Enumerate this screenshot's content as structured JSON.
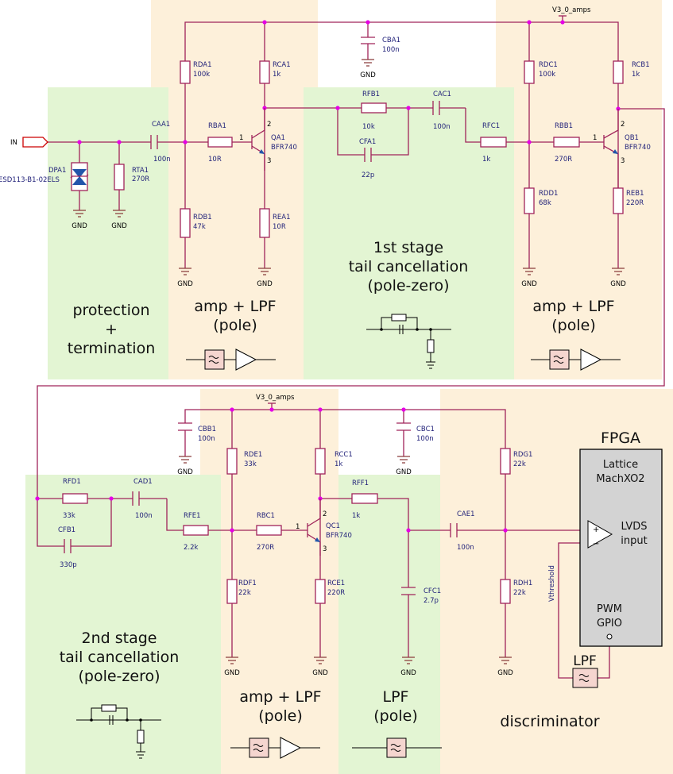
{
  "regions": {
    "protection_termination": "protection\n+\ntermination",
    "amp_lpf_1": "amp + LPF\n(pole)",
    "tail_cancel_1": "1st stage\ntail cancellation\n(pole-zero)",
    "amp_lpf_2": "amp + LPF\n(pole)",
    "tail_cancel_2": "2nd stage\ntail cancellation\n(pole-zero)",
    "amp_lpf_3": "amp + LPF\n(pole)",
    "lpf": "LPF\n(pole)",
    "discriminator": "discriminator"
  },
  "nets": {
    "supply_top": "V3_0_amps",
    "supply_bottom": "V3_0_amps",
    "gnd": "GND",
    "input": "IN",
    "vthreshold": "Vthreshold"
  },
  "fpga": {
    "title": "FPGA",
    "chip": "Lattice\nMachXO2",
    "input_label": "LVDS\ninput",
    "pwm_label": "PWM\nGPIO",
    "lpf_label": "LPF",
    "plus": "+",
    "minus": "−"
  },
  "components": {
    "DPA1": {
      "ref": "DPA1",
      "value": "ESD113-B1-02ELS"
    },
    "RTA1": {
      "ref": "RTA1",
      "value": "270R"
    },
    "CAA1": {
      "ref": "CAA1",
      "value": "100n"
    },
    "RDA1": {
      "ref": "RDA1",
      "value": "100k"
    },
    "RDB1": {
      "ref": "RDB1",
      "value": "47k"
    },
    "RBA1": {
      "ref": "RBA1",
      "value": "10R"
    },
    "RCA1": {
      "ref": "RCA1",
      "value": "1k"
    },
    "QA1": {
      "ref": "QA1",
      "value": "BFR740"
    },
    "REA1": {
      "ref": "REA1",
      "value": "10R"
    },
    "CBA1": {
      "ref": "CBA1",
      "value": "100n"
    },
    "RFB1": {
      "ref": "RFB1",
      "value": "10k"
    },
    "CFA1": {
      "ref": "CFA1",
      "value": "22p"
    },
    "CAC1": {
      "ref": "CAC1",
      "value": "100n"
    },
    "RFC1": {
      "ref": "RFC1",
      "value": "1k"
    },
    "RDC1": {
      "ref": "RDC1",
      "value": "100k"
    },
    "RDD1": {
      "ref": "RDD1",
      "value": "68k"
    },
    "RBB1": {
      "ref": "RBB1",
      "value": "270R"
    },
    "RCB1": {
      "ref": "RCB1",
      "value": "1k"
    },
    "QB1": {
      "ref": "QB1",
      "value": "BFR740"
    },
    "REB1": {
      "ref": "REB1",
      "value": "220R"
    },
    "RFD1": {
      "ref": "RFD1",
      "value": "33k"
    },
    "CFB1": {
      "ref": "CFB1",
      "value": "330p"
    },
    "CAD1": {
      "ref": "CAD1",
      "value": "100n"
    },
    "RFE1": {
      "ref": "RFE1",
      "value": "2.2k"
    },
    "CBB1": {
      "ref": "CBB1",
      "value": "100n"
    },
    "RDE1": {
      "ref": "RDE1",
      "value": "33k"
    },
    "RDF1": {
      "ref": "RDF1",
      "value": "22k"
    },
    "RBC1": {
      "ref": "RBC1",
      "value": "270R"
    },
    "RCC1": {
      "ref": "RCC1",
      "value": "1k"
    },
    "QC1": {
      "ref": "QC1",
      "value": "BFR740"
    },
    "RCE1": {
      "ref": "RCE1",
      "value": "220R"
    },
    "CBC1": {
      "ref": "CBC1",
      "value": "100n"
    },
    "RFF1": {
      "ref": "RFF1",
      "value": "1k"
    },
    "CFC1": {
      "ref": "CFC1",
      "value": "2.7p"
    },
    "CAE1": {
      "ref": "CAE1",
      "value": "100n"
    },
    "RDG1": {
      "ref": "RDG1",
      "value": "22k"
    },
    "RDH1": {
      "ref": "RDH1",
      "value": "22k"
    }
  },
  "pins": {
    "one": "1",
    "two": "2",
    "three": "3"
  },
  "colors": {
    "green_region": "#e3f5d3",
    "orange_region": "#fdf0da",
    "wire": "#a0245a",
    "junction": "#e600e6",
    "label": "#22227a",
    "fpga_box": "#d3d3d3"
  }
}
